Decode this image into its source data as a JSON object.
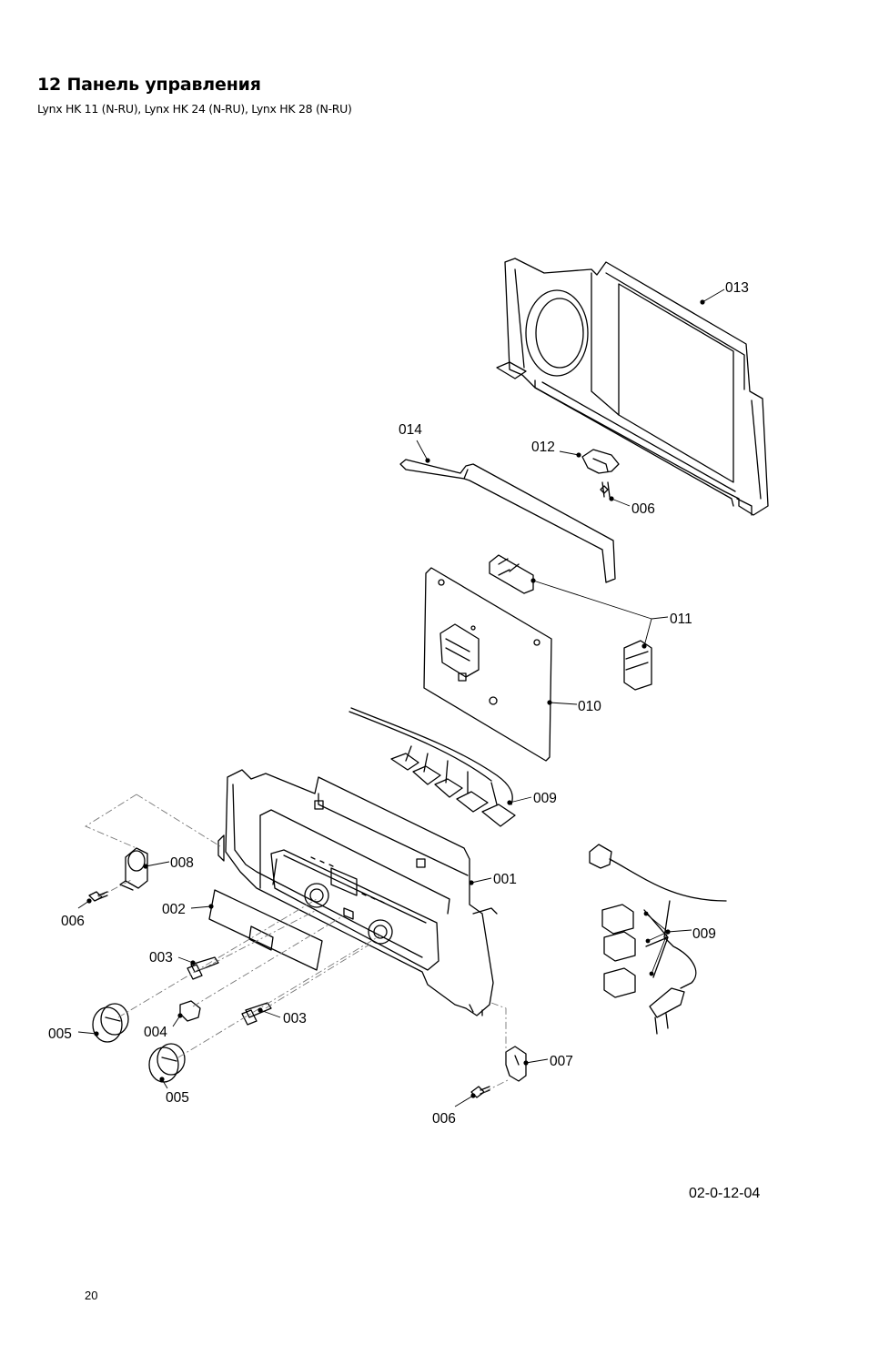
{
  "header": {
    "title": "12 Панель управления",
    "subtitle": "Lynx HK 11 (N-RU), Lynx HK 24 (N-RU), Lynx HK 28 (N-RU)"
  },
  "callouts": [
    {
      "id": "c013",
      "label": "013"
    },
    {
      "id": "c014",
      "label": "014"
    },
    {
      "id": "c012",
      "label": "012"
    },
    {
      "id": "c006a",
      "label": "006"
    },
    {
      "id": "c011",
      "label": "011"
    },
    {
      "id": "c010",
      "label": "010"
    },
    {
      "id": "c009a",
      "label": "009"
    },
    {
      "id": "c008",
      "label": "008"
    },
    {
      "id": "c001",
      "label": "001"
    },
    {
      "id": "c006b",
      "label": "006"
    },
    {
      "id": "c002",
      "label": "002"
    },
    {
      "id": "c009b",
      "label": "009"
    },
    {
      "id": "c003a",
      "label": "003"
    },
    {
      "id": "c003b",
      "label": "003"
    },
    {
      "id": "c005a",
      "label": "005"
    },
    {
      "id": "c004",
      "label": "004"
    },
    {
      "id": "c007",
      "label": "007"
    },
    {
      "id": "c005b",
      "label": "005"
    },
    {
      "id": "c006c",
      "label": "006"
    }
  ],
  "footer": {
    "drawing_code": "02-0-12-04",
    "page_number": "20"
  }
}
